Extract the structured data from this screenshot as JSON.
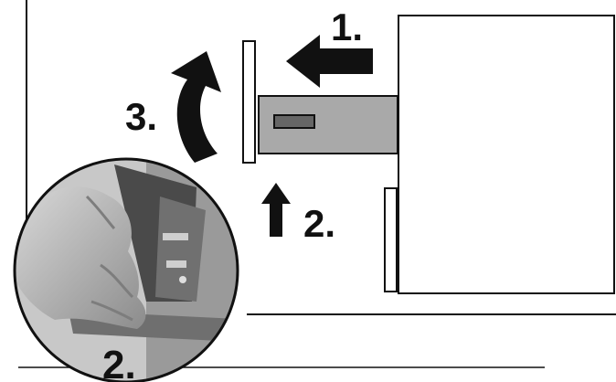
{
  "diagram": {
    "steps": [
      {
        "id": "step-1",
        "label": "1.",
        "action": "push-left-arrow"
      },
      {
        "id": "step-2",
        "label": "2.",
        "action": "lift-up-arrow"
      },
      {
        "id": "step-3",
        "label": "3.",
        "action": "rotate-curved-arrow"
      }
    ],
    "inset": {
      "label": "2.",
      "content": "photo-hand-holding-drawer-slide-bracket"
    },
    "colors": {
      "outline": "#111111",
      "slide": "#a9a9a9",
      "slot": "#666666",
      "arrow": "#111111",
      "background": "#ffffff"
    }
  }
}
